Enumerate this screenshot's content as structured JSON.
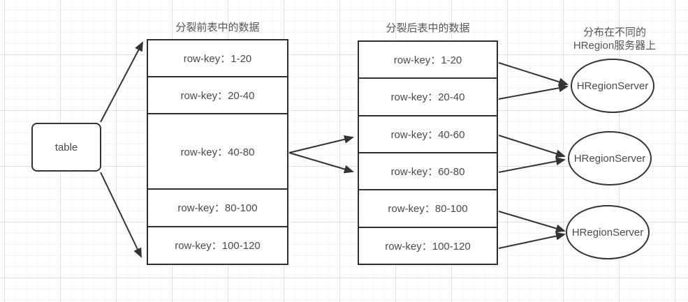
{
  "diagram": {
    "table_node": {
      "label": "table"
    },
    "before_table": {
      "title": "分裂前表中的数据",
      "rows": [
        "row-key：1-20",
        "row-key：20-40",
        "row-key：40-80",
        "row-key：80-100",
        "row-key：100-120"
      ]
    },
    "after_table": {
      "title": "分裂后表中的数据",
      "rows": [
        "row-key：1-20",
        "row-key：20-40",
        "row-key：40-60",
        "row-key：60-80",
        "row-key：80-100",
        "row-key：100-120"
      ]
    },
    "servers": {
      "caption_line1": "分布在不同的",
      "caption_line2": "HRegion服务器上",
      "nodes": [
        "HRegionServer",
        "HRegionServer",
        "HRegionServer"
      ]
    },
    "colors": {
      "stroke": "#333333",
      "text": "#4a4a4a",
      "caption_text": "#555555",
      "background": "#ffffff"
    }
  }
}
